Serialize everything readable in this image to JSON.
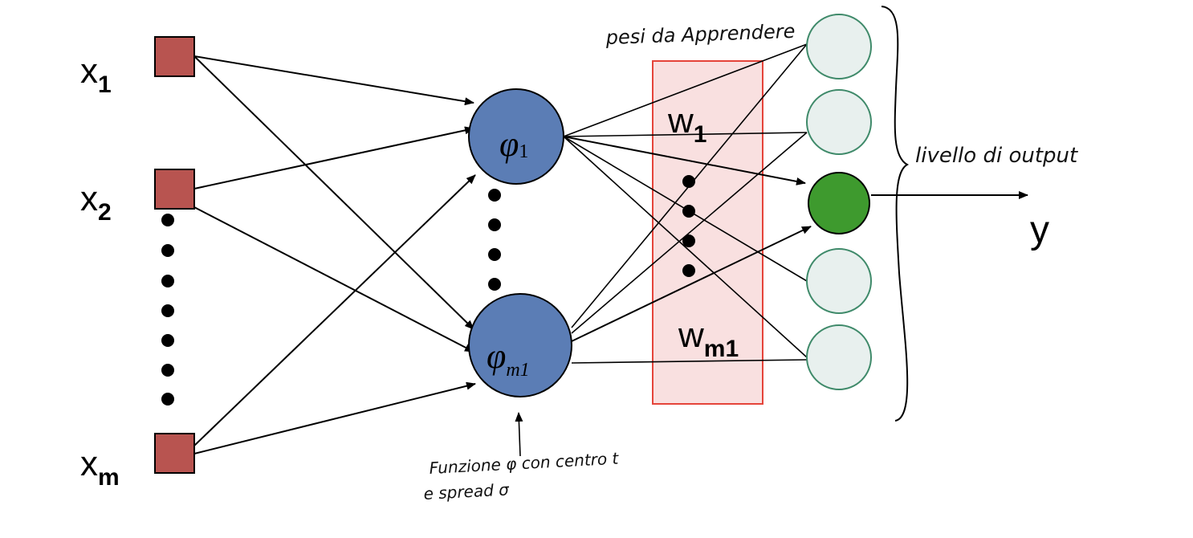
{
  "inputs": {
    "x1": {
      "base": "x",
      "sub": "1"
    },
    "x2": {
      "base": "x",
      "sub": "2"
    },
    "xm": {
      "base": "x",
      "sub": "m"
    }
  },
  "hidden": {
    "phi1": {
      "base": "φ",
      "sub": "1"
    },
    "phim1": {
      "base": "φ",
      "sub": "m1"
    }
  },
  "weights": {
    "w1": {
      "base": "w",
      "sub": "1"
    },
    "wm1": {
      "base": "w",
      "sub": "m1"
    }
  },
  "output": {
    "label": "y"
  },
  "annotations": {
    "weights_note": "pesi da Apprendere",
    "output_layer_note": "livello di output",
    "function_note_line1": "Funzione φ con centro t",
    "function_note_line2": "e spread σ"
  },
  "colors": {
    "input_node": "#b85450",
    "hidden_node": "#5b7db5",
    "output_active": "#3e9a2e",
    "output_inactive": "#e8f0ee",
    "output_inactive_stroke": "#3f8a6a",
    "weight_box_fill": "#f9e0e0",
    "weight_box_stroke": "#e5443a"
  }
}
